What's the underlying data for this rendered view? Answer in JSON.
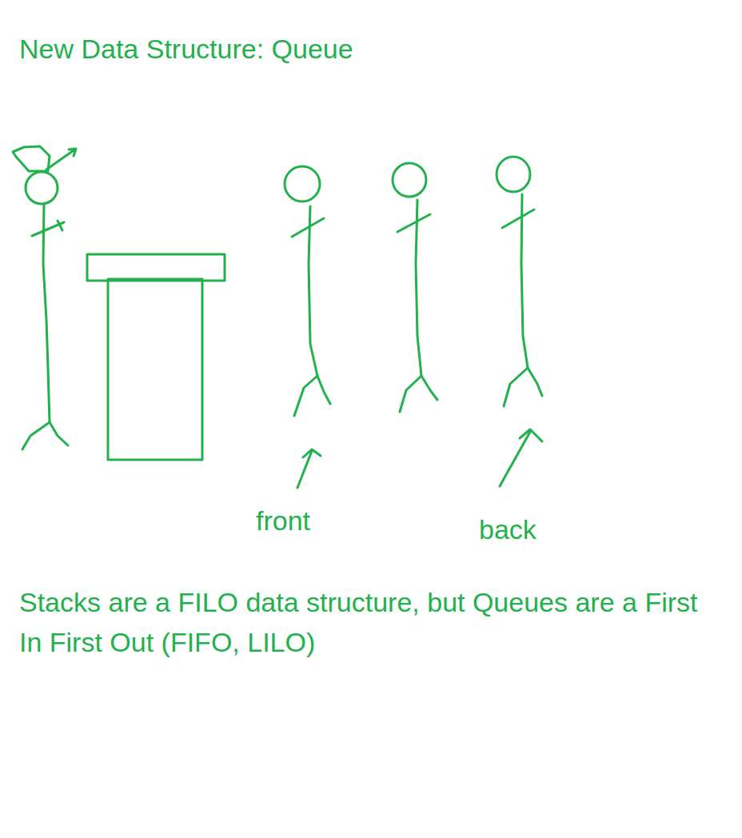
{
  "diagram": {
    "title": "New Data Structure: Queue",
    "labels": [
      "front",
      "back",
      "Stacks are a FILO data structure, but Queues are a First In First Out (FIFO, LILO)"
    ]
  }
}
